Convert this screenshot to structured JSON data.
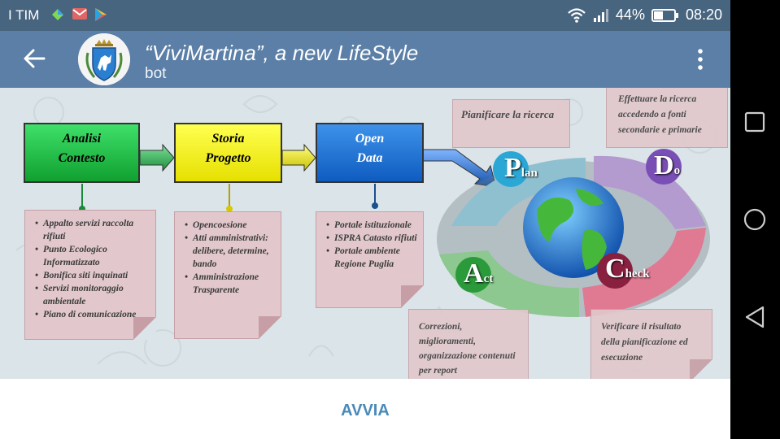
{
  "status": {
    "carrier": "I TIM",
    "battery": "44%",
    "time": "08:20"
  },
  "chat": {
    "title": "“ViviMartina”, a new LifeStyle",
    "subtitle": "bot"
  },
  "diagram": {
    "boxes": [
      {
        "line1": "Analisi",
        "line2": "Contesto",
        "color": "#1fbf3f"
      },
      {
        "line1": "Storia",
        "line2": "Progetto",
        "color": "#f2f21a"
      },
      {
        "line1": "Open",
        "line2": "Data",
        "color": "#1e78d6"
      }
    ],
    "notes": {
      "analisi": [
        "Appalto servizi raccolta rifiuti",
        "Punto Ecologico Informatizzato",
        "Bonifica siti inquinati",
        "Servizi monitoraggio ambientale",
        "Piano di comunicazione"
      ],
      "storia": [
        "Opencoesione",
        "Atti amministrativi: delibere, determine, bando",
        "Amministrazione Trasparente"
      ],
      "opendata": [
        "Portale istituzionale",
        "ISPRA Catasto rifiuti",
        "Portale ambiente Regione Puglia"
      ],
      "plan": "Pianificare la ricerca",
      "do": "Effettuare la ricerca accedendo a fonti secondarie e primarie",
      "act": "Correzioni, miglioramenti, organizzazione contenuti per report",
      "check": "Verificare il risultato della pianificazione ed esecuzione"
    },
    "cycle": {
      "plan": {
        "big": "P",
        "small": "lan"
      },
      "do": {
        "big": "D",
        "small": "o"
      },
      "check": {
        "big": "C",
        "small": "heck"
      },
      "act": {
        "big": "A",
        "small": "ct"
      }
    }
  },
  "button": {
    "label": "AVVIA"
  }
}
